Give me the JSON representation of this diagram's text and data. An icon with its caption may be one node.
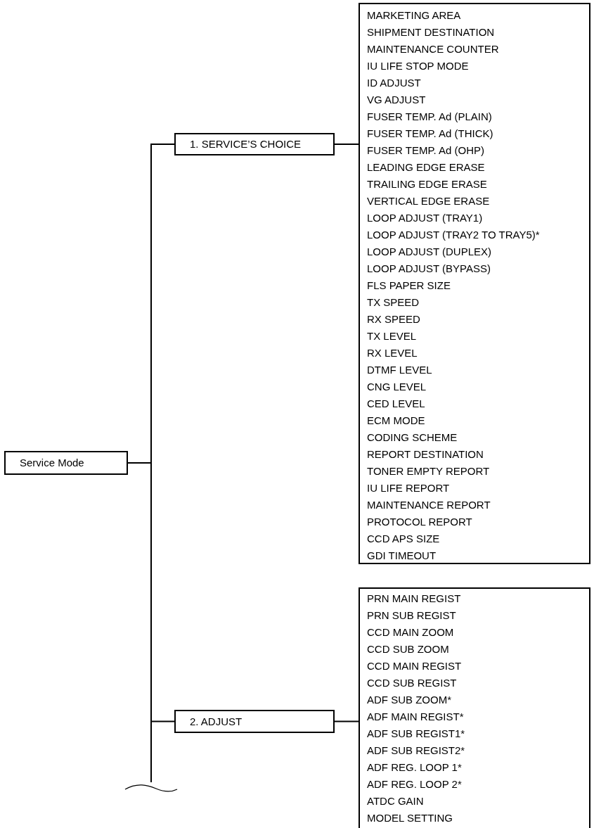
{
  "diagram": {
    "nodes": [
      {
        "text": [
          "Service Mode"
        ]
      },
      {
        "text": [
          "1. SERVICE’S CHOICE"
        ]
      },
      {
        "text": [
          "MARKETING AREA",
          "SHIPMENT DESTINATION",
          "MAINTENANCE COUNTER",
          "IU LIFE STOP MODE",
          "ID ADJUST",
          "VG ADJUST",
          "FUSER TEMP. Ad (PLAIN)",
          "FUSER TEMP. Ad (THICK)",
          "FUSER TEMP. Ad (OHP)",
          "LEADING EDGE ERASE",
          "TRAILING EDGE ERASE",
          "VERTICAL EDGE ERASE",
          "LOOP ADJUST (TRAY1)",
          "LOOP ADJUST (TRAY2 TO TRAY5)*",
          "LOOP ADJUST (DUPLEX)",
          "LOOP ADJUST (BYPASS)",
          "FLS PAPER SIZE",
          "TX SPEED",
          "RX SPEED",
          "TX LEVEL",
          "RX LEVEL",
          "DTMF LEVEL",
          "CNG LEVEL",
          "CED LEVEL",
          "ECM MODE",
          "CODING SCHEME",
          "REPORT DESTINATION",
          "TONER EMPTY REPORT",
          "IU LIFE REPORT",
          "MAINTENANCE REPORT",
          "PROTOCOL REPORT",
          "CCD APS SIZE",
          "GDI TIMEOUT"
        ]
      },
      {
        "text": [
          "2. ADJUST"
        ]
      },
      {
        "text": [
          "PRN MAIN REGIST",
          "PRN SUB REGIST",
          "CCD MAIN ZOOM",
          "CCD SUB ZOOM",
          "CCD MAIN REGIST",
          "CCD SUB REGIST",
          "ADF SUB ZOOM*",
          "ADF MAIN REGIST*",
          "ADF SUB REGIST1*",
          "ADF SUB REGIST2*",
          "ADF REG. LOOP 1*",
          "ADF REG. LOOP 2*",
          "ATDC GAIN",
          "MODEL SETTING"
        ]
      }
    ],
    "edges": [
      {
        "from": 0,
        "to": 1,
        "arrow": "none"
      },
      {
        "from": 1,
        "to": 2,
        "arrow": "none"
      },
      {
        "from": 0,
        "to": 3,
        "arrow": "none"
      },
      {
        "from": 3,
        "to": 4,
        "arrow": "none"
      },
      {
        "from": 0,
        "to": null,
        "arrow": "none"
      }
    ]
  }
}
